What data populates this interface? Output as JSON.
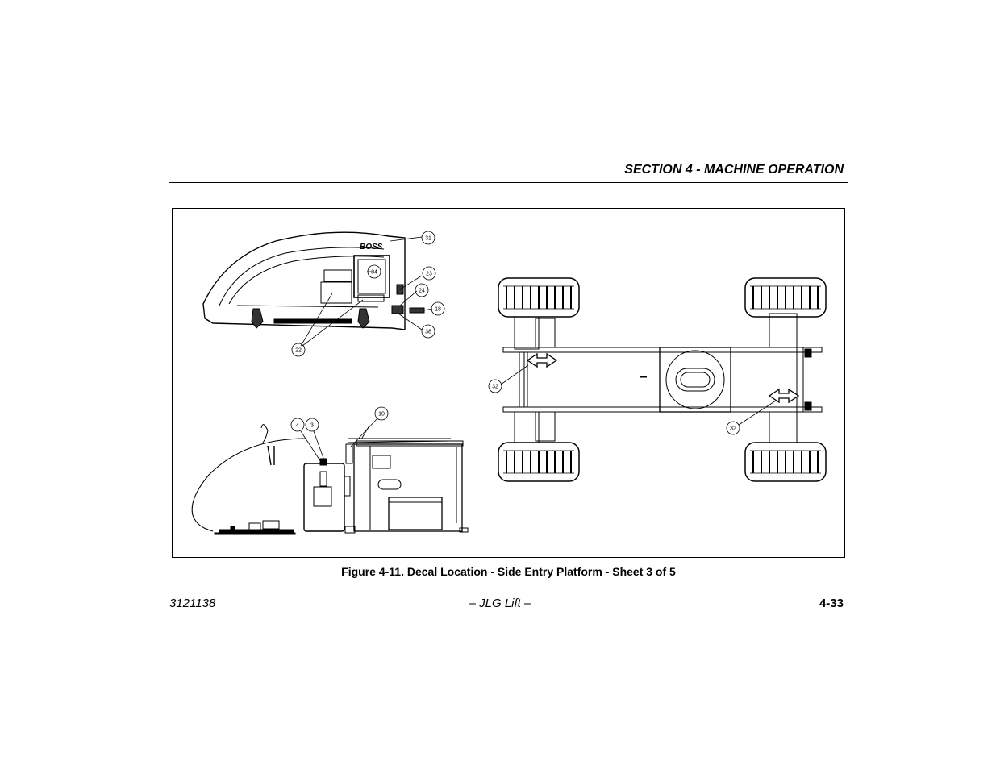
{
  "header": {
    "section_title": "SECTION 4 - MACHINE OPERATION"
  },
  "figure": {
    "caption": "Figure 4-11. Decal Location - Side Entry Platform - Sheet 3 of 5",
    "logo_text": "BOSS",
    "callouts": {
      "c31": "31",
      "c34": "34",
      "c23": "23",
      "c24": "24",
      "c18": "18",
      "c38": "38",
      "c22": "22",
      "c4": "4",
      "c3": "3",
      "c10": "10",
      "c32a": "32",
      "c32b": "32"
    }
  },
  "footer": {
    "doc_number": "3121138",
    "brand": "– JLG Lift –",
    "page_number": "4-33"
  }
}
